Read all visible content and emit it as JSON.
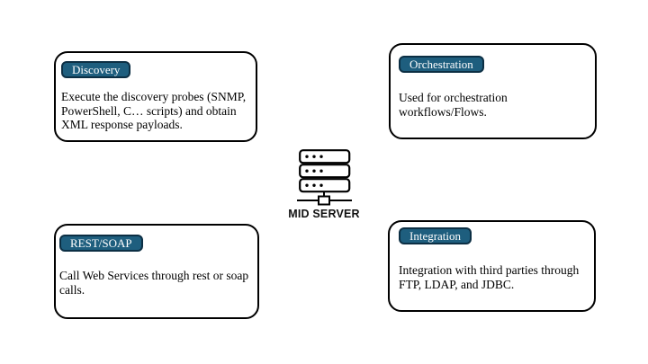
{
  "diagram": {
    "cards": [
      {
        "id": "discovery",
        "label": "Discovery",
        "body": "Execute the discovery probes (SNMP,\nPowerShell, C… scripts) and obtain\nXML response payloads."
      },
      {
        "id": "orchestration",
        "label": "Orchestration",
        "body": "Used for orchestration\nworkflows/Flows."
      },
      {
        "id": "rest-soap",
        "label": "REST/SOAP",
        "body": "Call Web Services through rest or soap\ncalls."
      },
      {
        "id": "integration",
        "label": "Integration",
        "body": "Integration with third parties through\nFTP, LDAP, and JDBC."
      }
    ],
    "center": {
      "label": "MID SERVER",
      "icon": "server-stack-icon"
    },
    "colors": {
      "badge_fill": "#1E5E7E",
      "badge_border": "#0C2F44",
      "box_border": "#000000",
      "background": "#FFFFFF",
      "text": "#000000"
    }
  }
}
